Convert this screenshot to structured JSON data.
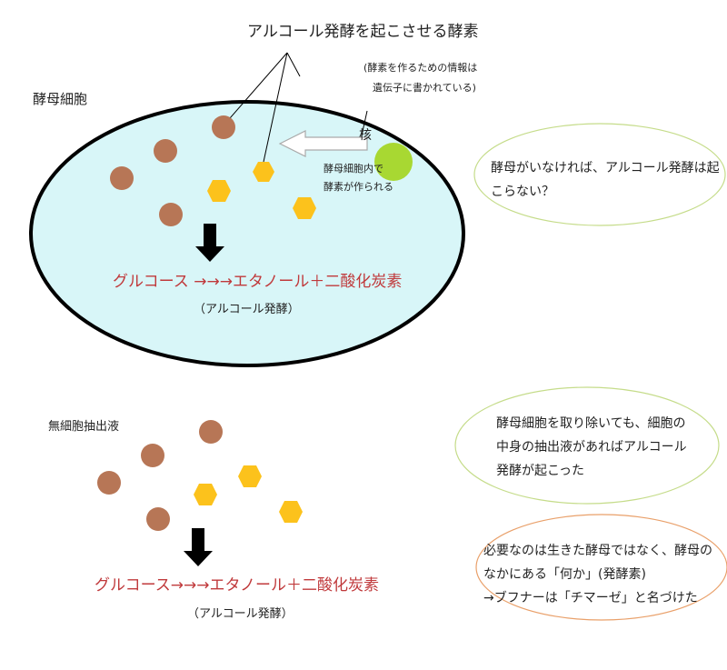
{
  "title": "アルコール発酵を起こさせる酵素",
  "yeast_cell": {
    "label": "酵母細胞",
    "nucleus_label": "核",
    "nucleus_note_line1": "(酵素を作るための情報は",
    "nucleus_note_line2": "遺伝子に書かれている)",
    "enzyme_note_line1": "酵母細胞内で",
    "enzyme_note_line2": "酵素が作られる",
    "equation": "グルコース →→→エタノール＋二酸化炭素",
    "process_label": "（アルコール発酵）"
  },
  "extract": {
    "label": "無細胞抽出液",
    "equation": "グルコース→→→エタノール＋二酸化炭素",
    "process_label": "（アルコール発酵）"
  },
  "bubbles": {
    "question_line1": "酵母がいなければ、アルコール発酵は起",
    "question_line2": "こらない？",
    "finding_line1": "酵母細胞を取り除いても、細胞の",
    "finding_line2": "中身の抽出液があればアルコール",
    "finding_line3": "発酵が起こった",
    "conclusion_line1": "必要なのは生きた酵母ではなく、酵母の",
    "conclusion_line2": "なかにある「何か」(発酵素)",
    "conclusion_line3": "→ブフナーは「チマーゼ」と名づけた"
  },
  "colors": {
    "cell_fill": "#d8f6f8",
    "cell_stroke": "#000000",
    "nucleus": "#a8d832",
    "molecule_brown": "#b77656",
    "enzyme_yellow": "#fcc21c",
    "equation_red": "#c0393b",
    "bubble_green": "#c5dc8a",
    "bubble_orange": "#e9a06a"
  }
}
